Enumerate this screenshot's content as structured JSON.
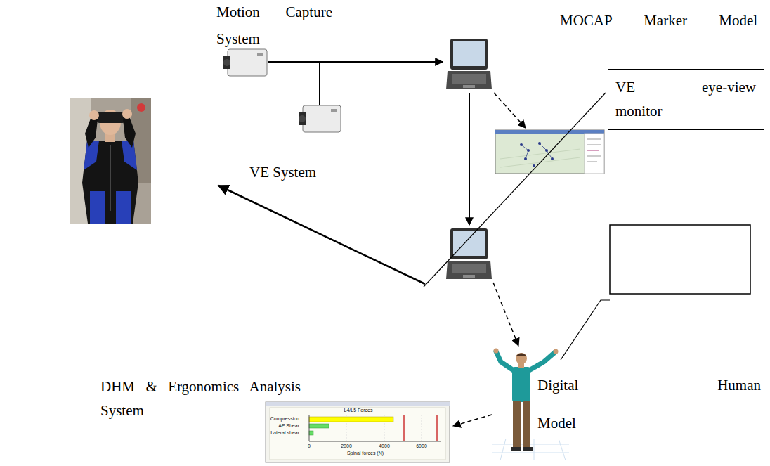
{
  "diagram": {
    "nodes": [
      {
        "text": [
          "MOCAP Marker Model"
        ]
      },
      {
        "text": [
          "VE eye-view monitor"
        ]
      },
      {
        "text": [
          "VE System"
        ]
      },
      {
        "text": [
          "DHM & Ergonomics Analysis System"
        ]
      }
    ],
    "labels": [
      "Motion Capture System",
      "Digital Human Model",
      "L4/L5 Forces",
      "Compression",
      "AP Shear",
      "Lateral shear",
      "0",
      "2000",
      "4000",
      "6000",
      "Spinal forces (N)"
    ]
  }
}
